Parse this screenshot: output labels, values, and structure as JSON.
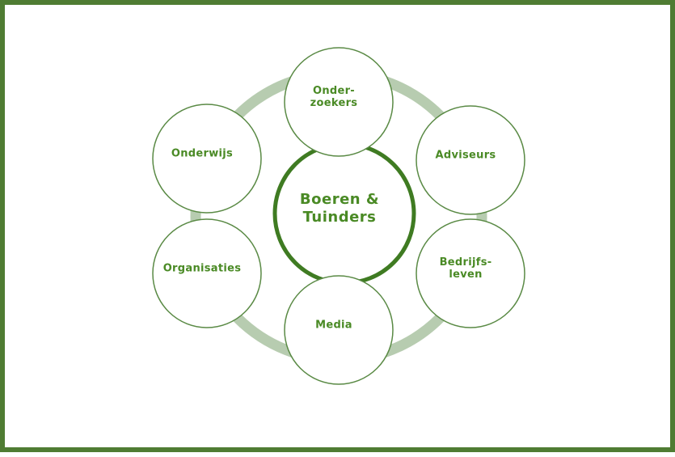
{
  "diagram": {
    "center": {
      "label": "Boeren &\nTuinders"
    },
    "nodes": [
      {
        "label": "Onder-\nzoekers"
      },
      {
        "label": "Adviseurs"
      },
      {
        "label": "Bedrijfs-\nleven"
      },
      {
        "label": "Media"
      },
      {
        "label": "Organisaties"
      },
      {
        "label": "Onderwijs"
      }
    ],
    "colors": {
      "frame": "#4f7c33",
      "text": "#4a8a25",
      "center_ring": "#3f7b22",
      "node_stroke": "#5a8a45",
      "cycle_ring": "#b7ccb0"
    }
  }
}
